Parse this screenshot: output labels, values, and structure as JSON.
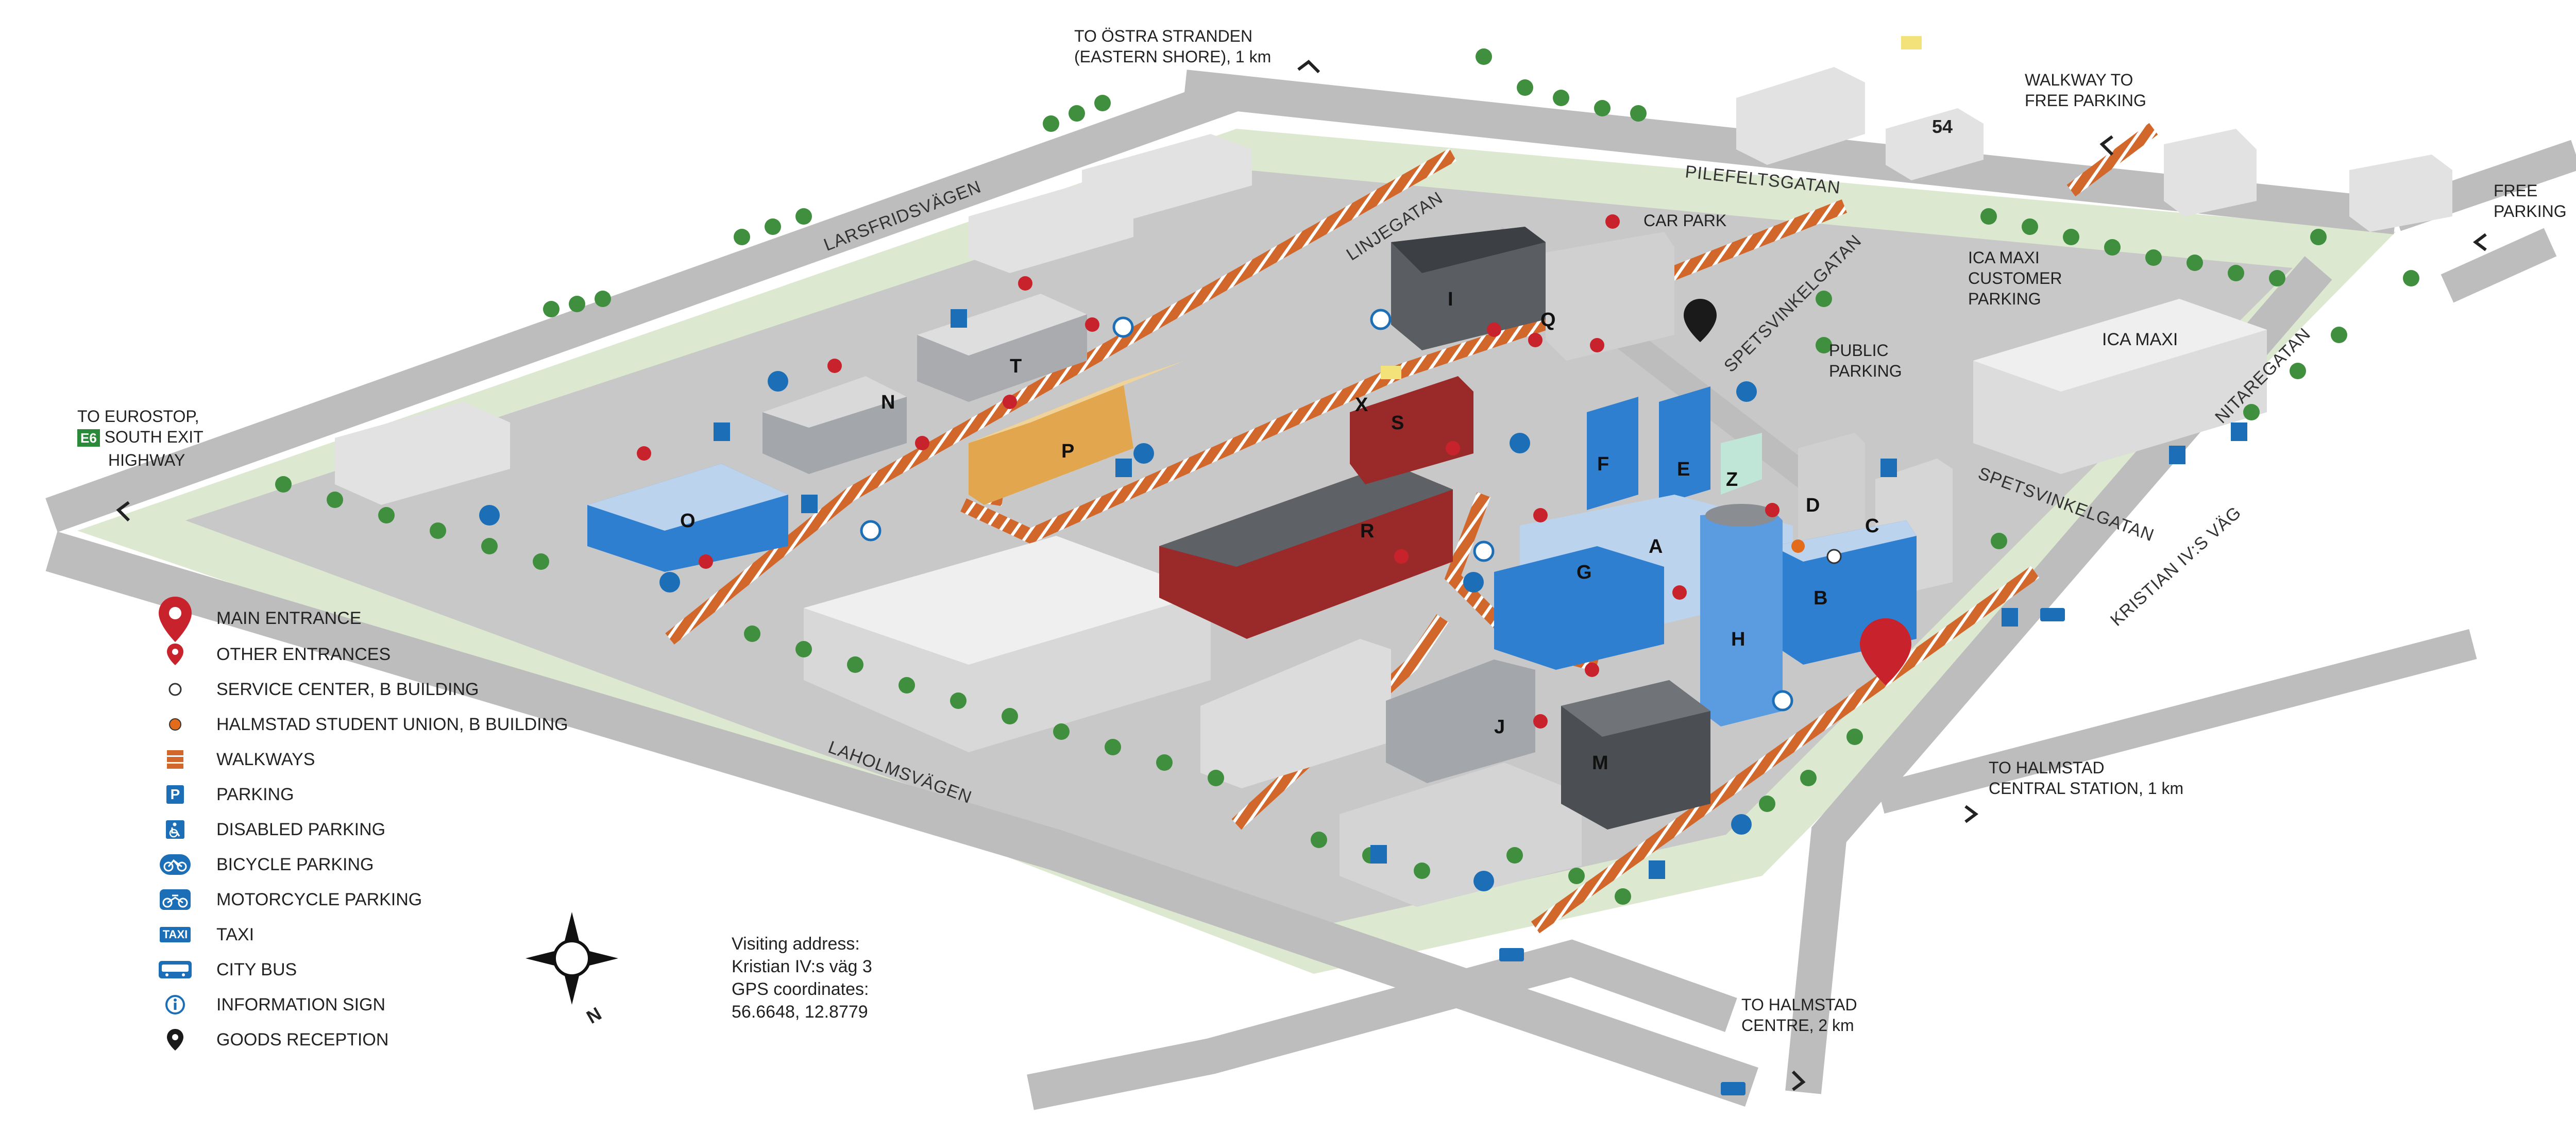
{
  "map_labels": {
    "to_ostra": "TO ÖSTRA STRANDEN\n(EASTERN SHORE), 1 km",
    "to_eurostop_1": "TO EUROSTOP,",
    "to_eurostop_2": "SOUTH EXIT",
    "to_eurostop_3": "HIGHWAY",
    "e6": "E6",
    "walkway_free": "WALKWAY TO\nFREE PARKING",
    "free_parking": "FREE\nPARKING",
    "car_park": "CAR PARK",
    "ica_customer": "ICA MAXI\nCUSTOMER\nPARKING",
    "ica_maxi": "ICA MAXI",
    "public_parking": "PUBLIC\nPARKING",
    "to_central": "TO HALMSTAD\nCENTRAL STATION, 1 km",
    "to_centre": "TO HALMSTAD\nCENTRE, 2 km",
    "number_54": "54",
    "visiting": "Visiting address:\nKristian IV:s väg 3\nGPS coordinates:\n56.6648, 12.8779",
    "north": "N",
    "p": "P",
    "taxi": "TAXI"
  },
  "streets": {
    "larsfridsvagen": "LARSFRIDSVÄGEN",
    "linjegatan": "LINJEGATAN",
    "pilefeltsgatan": "PILEFELTSGATAN",
    "spetsvinkelgatan_1": "SPETSVINKELGATAN",
    "spetsvinkelgatan_2": "SPETSVINKELGATAN",
    "nitaregatan": "NITAREGATAN",
    "kristian": "KRISTIAN IV:S VÄG",
    "laholmsvagen": "LAHOLMSVÄGEN"
  },
  "buildings": [
    "A",
    "B",
    "C",
    "D",
    "E",
    "F",
    "G",
    "H",
    "I",
    "J",
    "M",
    "N",
    "O",
    "P",
    "Q",
    "R",
    "S",
    "T",
    "X",
    "Z"
  ],
  "legend": [
    {
      "icon": "main-entrance-pin-icon",
      "label": "MAIN ENTRANCE"
    },
    {
      "icon": "other-entrance-pin-icon",
      "label": "OTHER ENTRANCES"
    },
    {
      "icon": "service-center-dot-icon",
      "label": "SERVICE CENTER, B BUILDING"
    },
    {
      "icon": "student-union-dot-icon",
      "label": "HALMSTAD STUDENT UNION, B BUILDING"
    },
    {
      "icon": "walkway-icon",
      "label": "WALKWAYS"
    },
    {
      "icon": "parking-icon",
      "label": "PARKING"
    },
    {
      "icon": "disabled-parking-icon",
      "label": "DISABLED PARKING"
    },
    {
      "icon": "bicycle-parking-icon",
      "label": "BICYCLE PARKING"
    },
    {
      "icon": "motorcycle-parking-icon",
      "label": "MOTORCYCLE PARKING"
    },
    {
      "icon": "taxi-icon",
      "label": "TAXI"
    },
    {
      "icon": "city-bus-icon",
      "label": "CITY BUS"
    },
    {
      "icon": "information-sign-icon",
      "label": "INFORMATION SIGN"
    },
    {
      "icon": "goods-reception-pin-icon",
      "label": "GOODS RECEPTION"
    }
  ],
  "colors": {
    "road": "#bdbdbd",
    "grass": "#dce8cf",
    "walkway": "#d2672c",
    "building_light": "#e6e6e6",
    "building_blue": "#2f7fd1",
    "building_red": "#9a2a2a",
    "building_dark": "#5a5d61",
    "building_orange": "#e2a64e",
    "accent_blue": "#1c6fb6",
    "pin_red": "#c8232c",
    "tree": "#3f8f3f"
  }
}
